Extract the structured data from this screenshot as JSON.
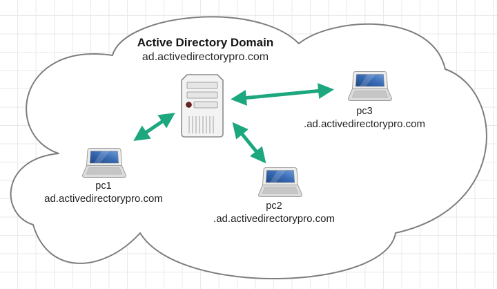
{
  "diagram": {
    "title": "Active Directory Domain",
    "domain": "ad.activedirectorypro.com"
  },
  "nodes": {
    "pc1": {
      "name": "pc1",
      "domain": "ad.activedirectorypro.com"
    },
    "pc2": {
      "name": "pc2",
      "domain": ".ad.activedirectorypro.com"
    },
    "pc3": {
      "name": "pc3",
      "domain": ".ad.activedirectorypro.com"
    }
  },
  "icons": {
    "server": "server-tower-icon",
    "pc": "laptop-icon",
    "link": "double-headed-arrow-icon",
    "boundary": "cloud-outline"
  },
  "colors": {
    "arrow": "#1ca77e",
    "cloud_outline": "#7d7d7d",
    "grid_line": "#e9e9e9",
    "text": "#1f1f1f",
    "laptop_screen": "#2e5ea8",
    "server_led": "#6f2222"
  }
}
